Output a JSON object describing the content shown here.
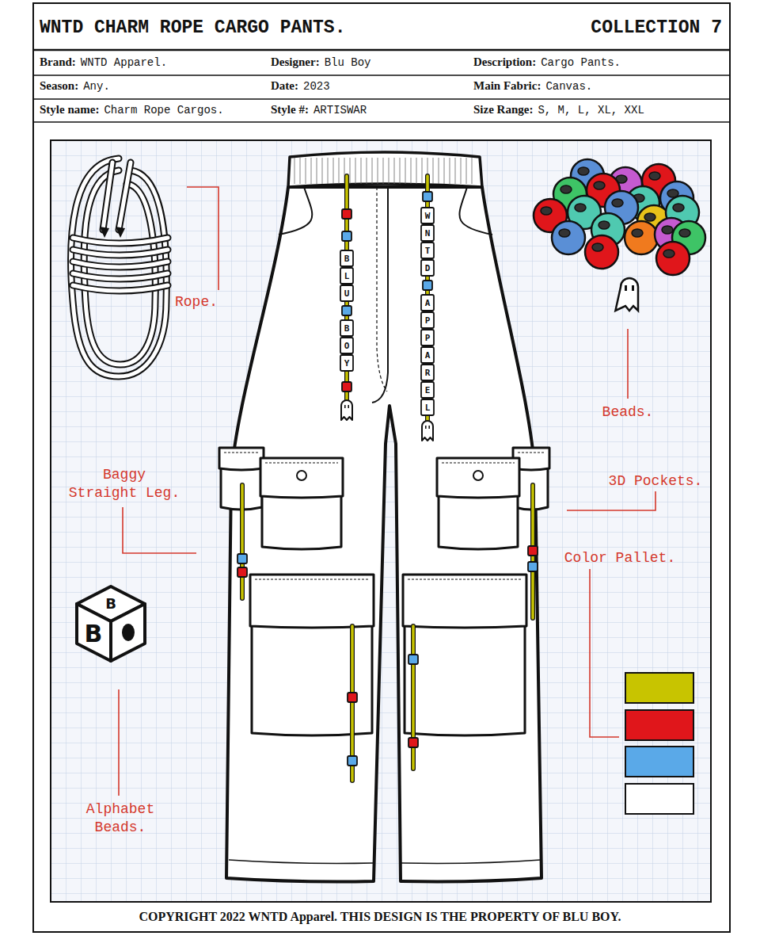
{
  "diagram": {
    "title": "WNTD CHARM ROPE CARGO PANTS.",
    "caption": "COPYRIGHT 2022 WNTD Apparel. THIS DESIGN IS THE PROPERTY OF BLU BOY.",
    "labels": [
      "COLLECTION 7",
      "Brand:",
      "WNTD Apparel.",
      "Designer:",
      "Blu Boy",
      "Description:",
      "Cargo Pants.",
      "Season:",
      "Any.",
      "Date:",
      "2023",
      "Main Fabric:",
      "Canvas.",
      "Style name:",
      "Charm Rope Cargos.",
      "Style #:",
      "ARTISWAR",
      "Size Range:",
      "S, M, L, XL, XXL",
      "Rope.",
      "Beads.",
      "Baggy Straight Leg.",
      "3D Pockets.",
      "Color Pallet.",
      "Alphabet Beads.",
      "B",
      "L",
      "U",
      "B",
      "O",
      "Y",
      "W",
      "N",
      "T",
      "D",
      "A",
      "P",
      "P",
      "A",
      "R",
      "E",
      "L",
      "B",
      "B"
    ]
  }
}
